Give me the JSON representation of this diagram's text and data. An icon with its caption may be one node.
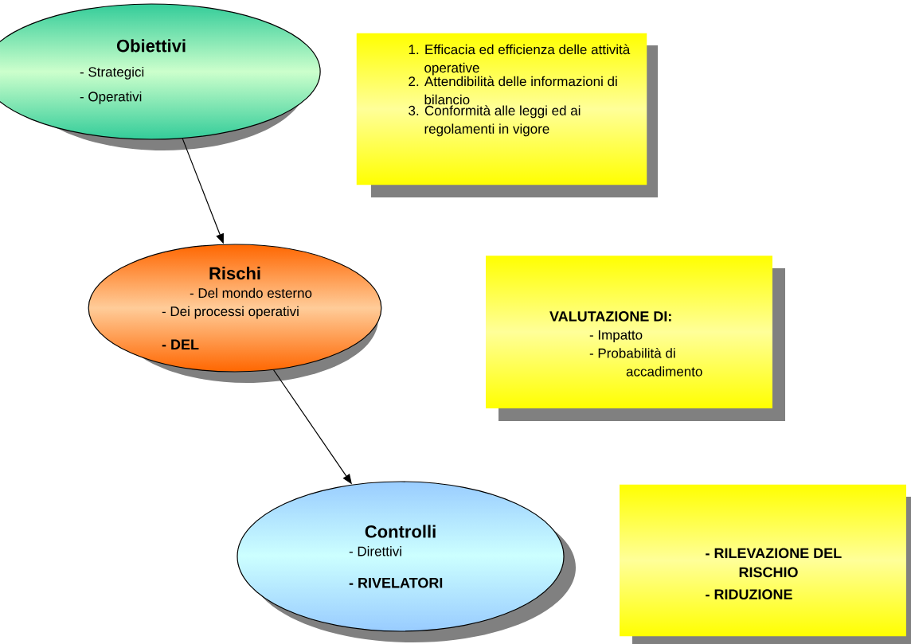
{
  "diagram": {
    "nodes": [
      {
        "text": [
          "Obiettivi",
          "- Strategici",
          "- Operativi"
        ]
      },
      {
        "text": [
          "Rischi",
          "- Del mondo esterno",
          "- Dei processi operativi",
          "- DEL"
        ]
      },
      {
        "text": [
          "Controlli",
          "- Direttivi",
          "- RIVELATORI"
        ]
      },
      {
        "text": [
          "1. Efficacia ed efficienza delle attività operative",
          "2. Attendibilità delle informazioni di bilancio",
          "3. Conformità alle leggi ed ai regolamenti in vigore"
        ]
      },
      {
        "text": [
          "VALUTAZIONE DI:",
          "- Impatto",
          "- Probabilità di accadimento"
        ]
      },
      {
        "text": [
          "- RILEVAZIONE DEL RISCHIO",
          "- RIDUZIONE"
        ]
      }
    ],
    "edges": [
      {
        "from": 0,
        "to": 1,
        "arrow": "to"
      },
      {
        "from": 1,
        "to": 2,
        "arrow": "to"
      }
    ]
  }
}
